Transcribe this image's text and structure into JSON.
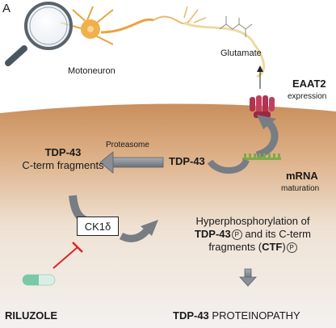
{
  "panel_label": "A",
  "labels": {
    "motoneuron": "Motoneuron",
    "glutamate": "Glutamate",
    "eaat2_title": "EAAT2",
    "eaat2_sub": "expression",
    "proteasome": "Proteasome",
    "tdp43_fragments_line1": "TDP-43",
    "tdp43_fragments_line2": "C-term fragments",
    "tdp43_center": "TDP-43",
    "mrna_title": "mRNA",
    "mrna_sub": "maturation",
    "ck1d": "CK1δ",
    "hyper_line1": "Hyperphosphorylation of",
    "hyper_line2_bold": "TDP-43",
    "hyper_line2_rest": " and its C-term",
    "hyper_line3_pre": "fragments (",
    "hyper_line3_bold": "CTF",
    "hyper_line3_post": ")",
    "phospho_badge": "P",
    "riluzole": "RILUZOLE",
    "proteinopathy_bold": "TDP-43",
    "proteinopathy_rest": " PROTEINOPATHY"
  },
  "icons": [
    "magnifier-icon",
    "neuron-icon",
    "glutamate-molecule-icon",
    "eaat2-transporter-icon",
    "mrna-strand-icon",
    "capsule-icon",
    "inhibition-icon"
  ],
  "colors": {
    "membrane_top": "#c98f5c",
    "membrane_fade": "#efe2d4",
    "arrow_fill": "#8a8f96",
    "arrow_edge": "#5c6066",
    "inhibit_red": "#d9262a",
    "transporter": "#b23250",
    "mrna_green": "#7dab48",
    "neuron_orange": "#e8a43e",
    "capsule_green": "#79c8a6"
  }
}
